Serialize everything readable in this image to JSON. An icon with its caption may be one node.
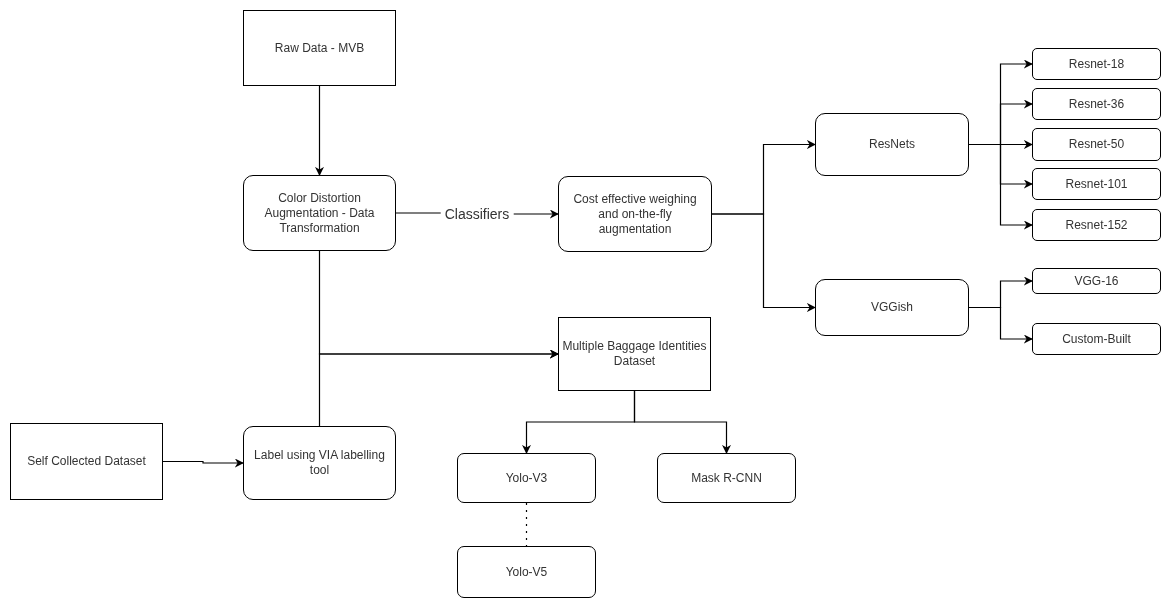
{
  "diagram": {
    "nodes": [
      {
        "text": [
          "Raw Data - MVB"
        ]
      },
      {
        "text": [
          "Color Distortion Augmentation - Data Transformation"
        ]
      },
      {
        "text": [
          "Cost effective weighing and on-the-fly augmentation"
        ]
      },
      {
        "text": [
          "ResNets"
        ]
      },
      {
        "text": [
          "VGGish"
        ]
      },
      {
        "text": [
          "Resnet-18"
        ]
      },
      {
        "text": [
          "Resnet-36"
        ]
      },
      {
        "text": [
          "Resnet-50"
        ]
      },
      {
        "text": [
          "Resnet-101"
        ]
      },
      {
        "text": [
          "Resnet-152"
        ]
      },
      {
        "text": [
          "VGG-16"
        ]
      },
      {
        "text": [
          "Custom-Built"
        ]
      },
      {
        "text": [
          "Multiple Baggage Identities Dataset"
        ]
      },
      {
        "text": [
          "Self Collected Dataset"
        ]
      },
      {
        "text": [
          "Label using VIA labelling tool"
        ]
      },
      {
        "text": [
          "Yolo-V3"
        ]
      },
      {
        "text": [
          "Mask R-CNN"
        ]
      },
      {
        "text": [
          "Yolo-V5"
        ]
      }
    ],
    "edges": [
      {
        "from": 0,
        "to": 1,
        "arrow": "to"
      },
      {
        "from": 1,
        "to": 2,
        "arrow": "to",
        "label": "Classifiers"
      },
      {
        "from": 2,
        "to": 3,
        "arrow": "to"
      },
      {
        "from": 2,
        "to": 4,
        "arrow": "to"
      },
      {
        "from": 3,
        "to": 5,
        "arrow": "to"
      },
      {
        "from": 3,
        "to": 6,
        "arrow": "to"
      },
      {
        "from": 3,
        "to": 7,
        "arrow": "to"
      },
      {
        "from": 3,
        "to": 8,
        "arrow": "to"
      },
      {
        "from": 3,
        "to": 9,
        "arrow": "to"
      },
      {
        "from": 4,
        "to": 10,
        "arrow": "to"
      },
      {
        "from": 4,
        "to": 11,
        "arrow": "to"
      },
      {
        "from": 1,
        "to": 12,
        "arrow": "to"
      },
      {
        "from": 14,
        "to": 12,
        "arrow": "to"
      },
      {
        "from": 13,
        "to": 14,
        "arrow": "to"
      },
      {
        "from": 12,
        "to": 15,
        "arrow": "to"
      },
      {
        "from": 12,
        "to": 16,
        "arrow": "to"
      },
      {
        "from": 15,
        "to": 17,
        "arrow": "none",
        "style": "dashed"
      }
    ]
  }
}
